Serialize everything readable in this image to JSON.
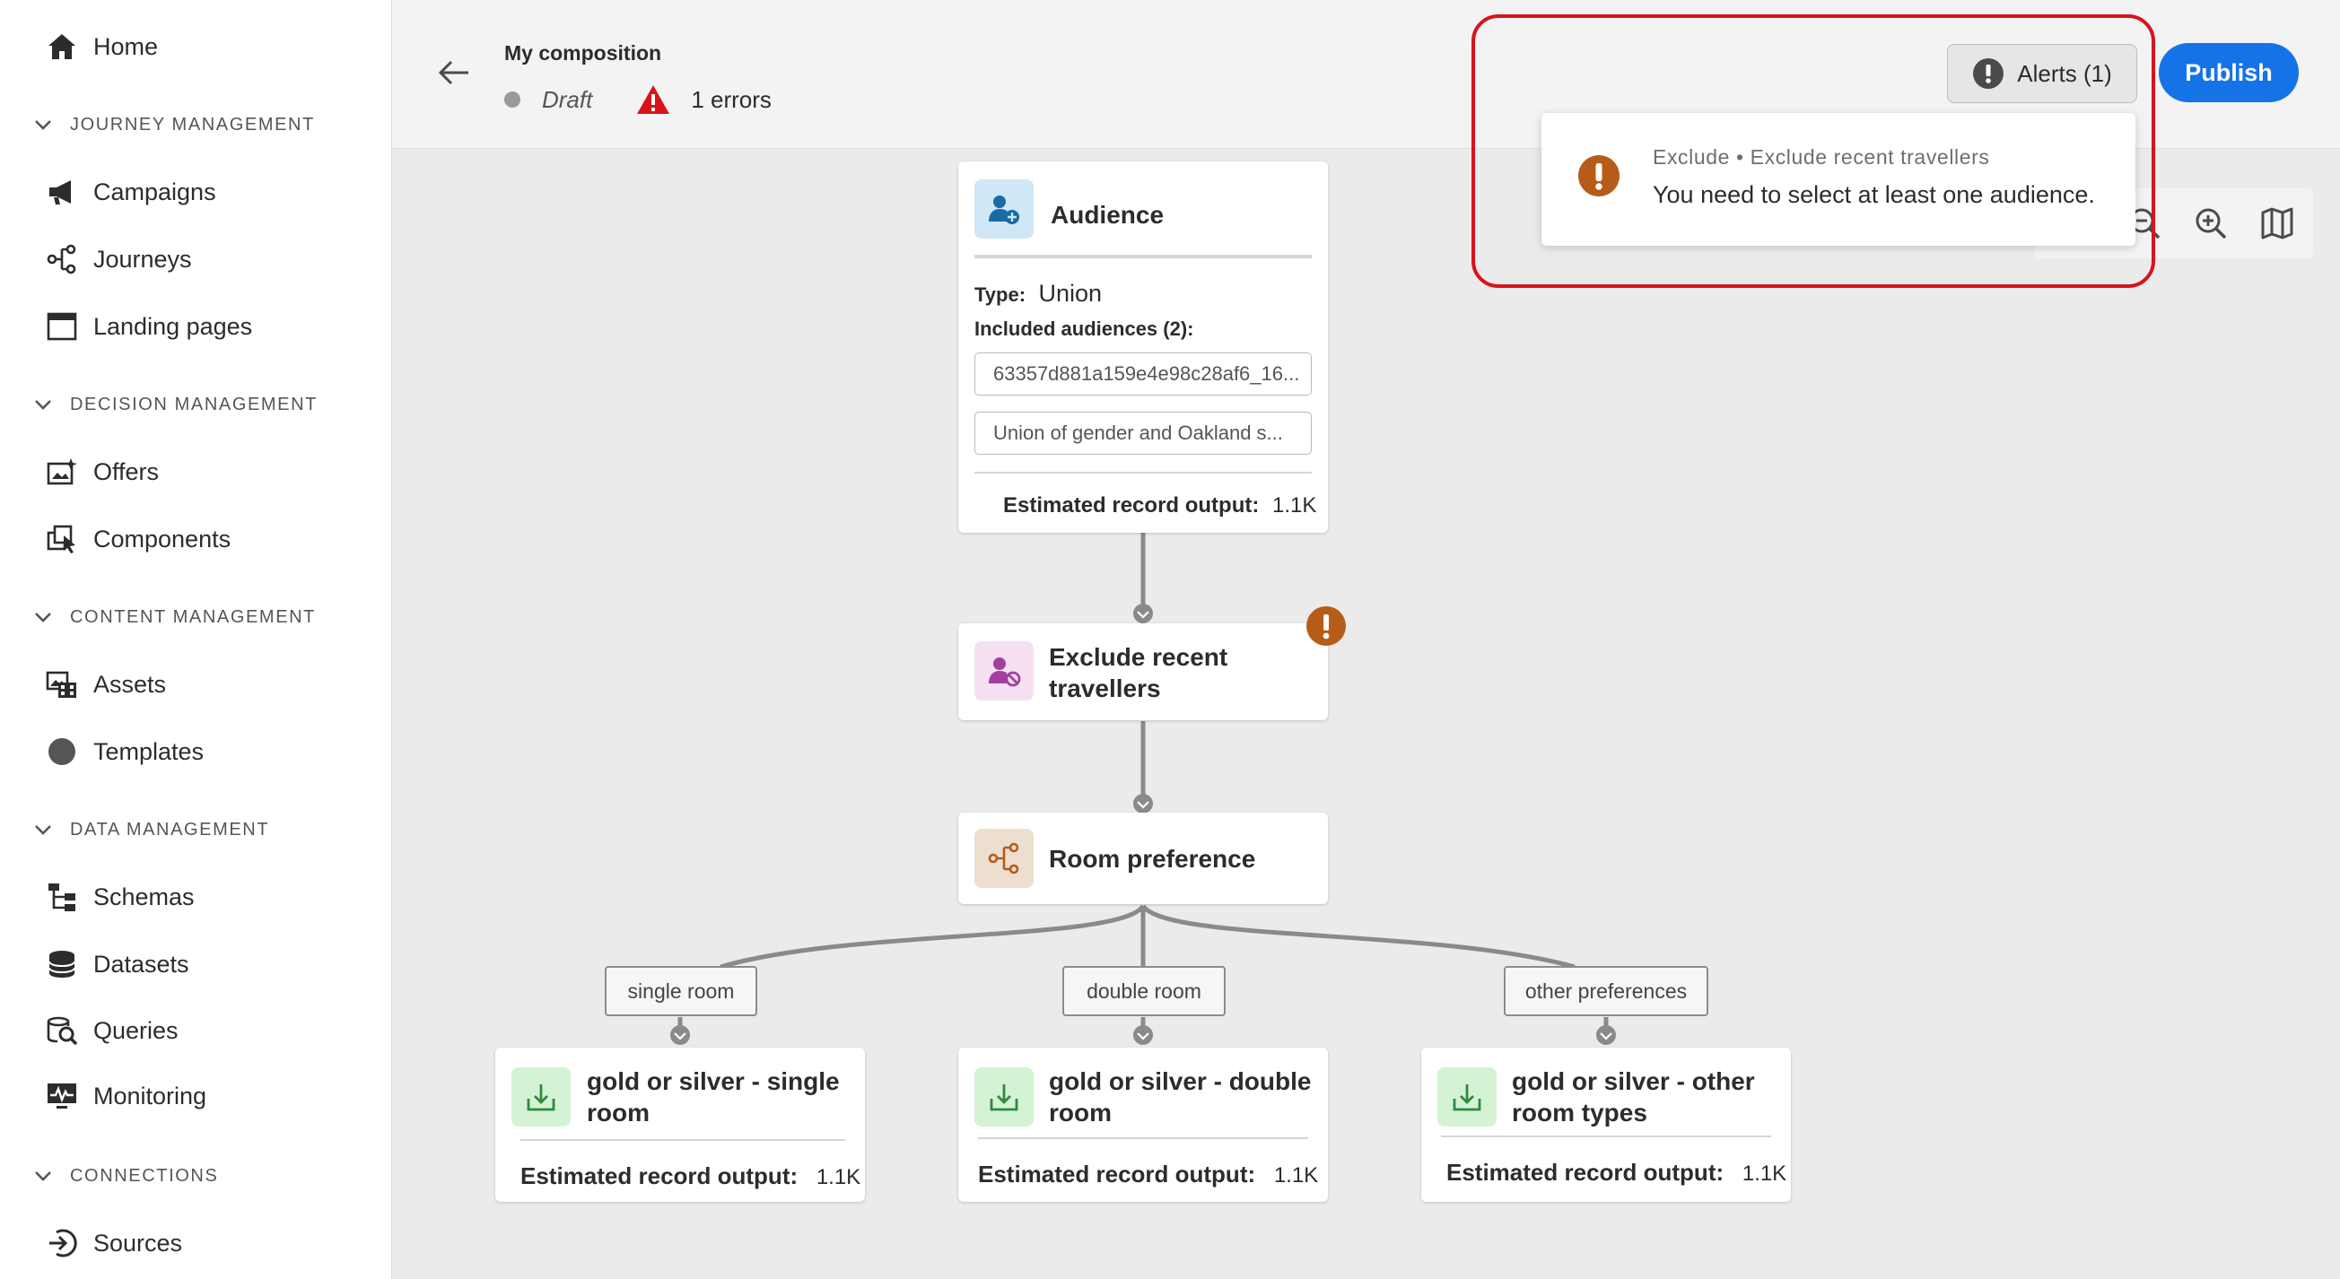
{
  "sidebar": {
    "home": "Home",
    "sections": {
      "journey": "JOURNEY MANAGEMENT",
      "decision": "DECISION MANAGEMENT",
      "content": "CONTENT MANAGEMENT",
      "data": "DATA MANAGEMENT",
      "connections": "CONNECTIONS"
    },
    "items": {
      "campaigns": "Campaigns",
      "journeys": "Journeys",
      "landing_pages": "Landing pages",
      "offers": "Offers",
      "components": "Components",
      "assets": "Assets",
      "templates": "Templates",
      "schemas": "Schemas",
      "datasets": "Datasets",
      "queries": "Queries",
      "monitoring": "Monitoring",
      "sources": "Sources"
    }
  },
  "header": {
    "title": "My composition",
    "status": "Draft",
    "errors": "1 errors",
    "alerts_label": "Alerts (1)",
    "publish_label": "Publish"
  },
  "alert_popover": {
    "path": "Exclude • Exclude recent travellers",
    "message": "You need to select at least one audience."
  },
  "nodes": {
    "audience": {
      "title": "Audience",
      "type_label": "Type:",
      "type_value": "Union",
      "included_label": "Included audiences (2):",
      "audiences": [
        "63357d881a159e4e98c28af6_16...",
        "Union of gender and Oakland s..."
      ],
      "est_label": "Estimated record output:",
      "est_value": "1.1K"
    },
    "exclude": {
      "title_line1": "Exclude recent",
      "title_line2": "travellers"
    },
    "split": {
      "title": "Room preference"
    },
    "branches": [
      {
        "edge_label": "single room",
        "title_line1": "gold or silver - single",
        "title_line2": "room",
        "est_label": "Estimated record output:",
        "est_value": "1.1K"
      },
      {
        "edge_label": "double room",
        "title_line1": "gold or silver - double",
        "title_line2": "room",
        "est_label": "Estimated record output:",
        "est_value": "1.1K"
      },
      {
        "edge_label": "other preferences",
        "title_line1": "gold or silver - other",
        "title_line2": "room types",
        "est_label": "Estimated record output:",
        "est_value": "1.1K"
      }
    ]
  },
  "colors": {
    "accent": "#1473e6",
    "error": "#d7141a",
    "warning": "#b65c18",
    "audience_icon_bg": "#cfe7f7",
    "exclude_icon_bg": "#f5e0f1",
    "split_icon_bg": "#ecdfcf",
    "save_icon_bg": "#d4f2d4"
  }
}
